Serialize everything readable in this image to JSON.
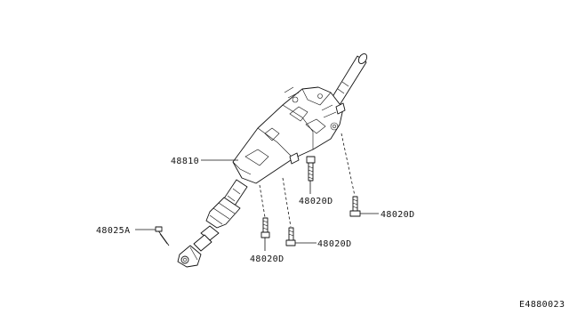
{
  "diagram": {
    "labels": {
      "column_assembly": "48810",
      "joint_bolt": "48025A",
      "bolt_upper_center": "48020D",
      "bolt_right": "48020D",
      "bolt_lower_center": "48020D",
      "bolt_lower_left": "48020D"
    },
    "figure_code": "E4880023"
  }
}
